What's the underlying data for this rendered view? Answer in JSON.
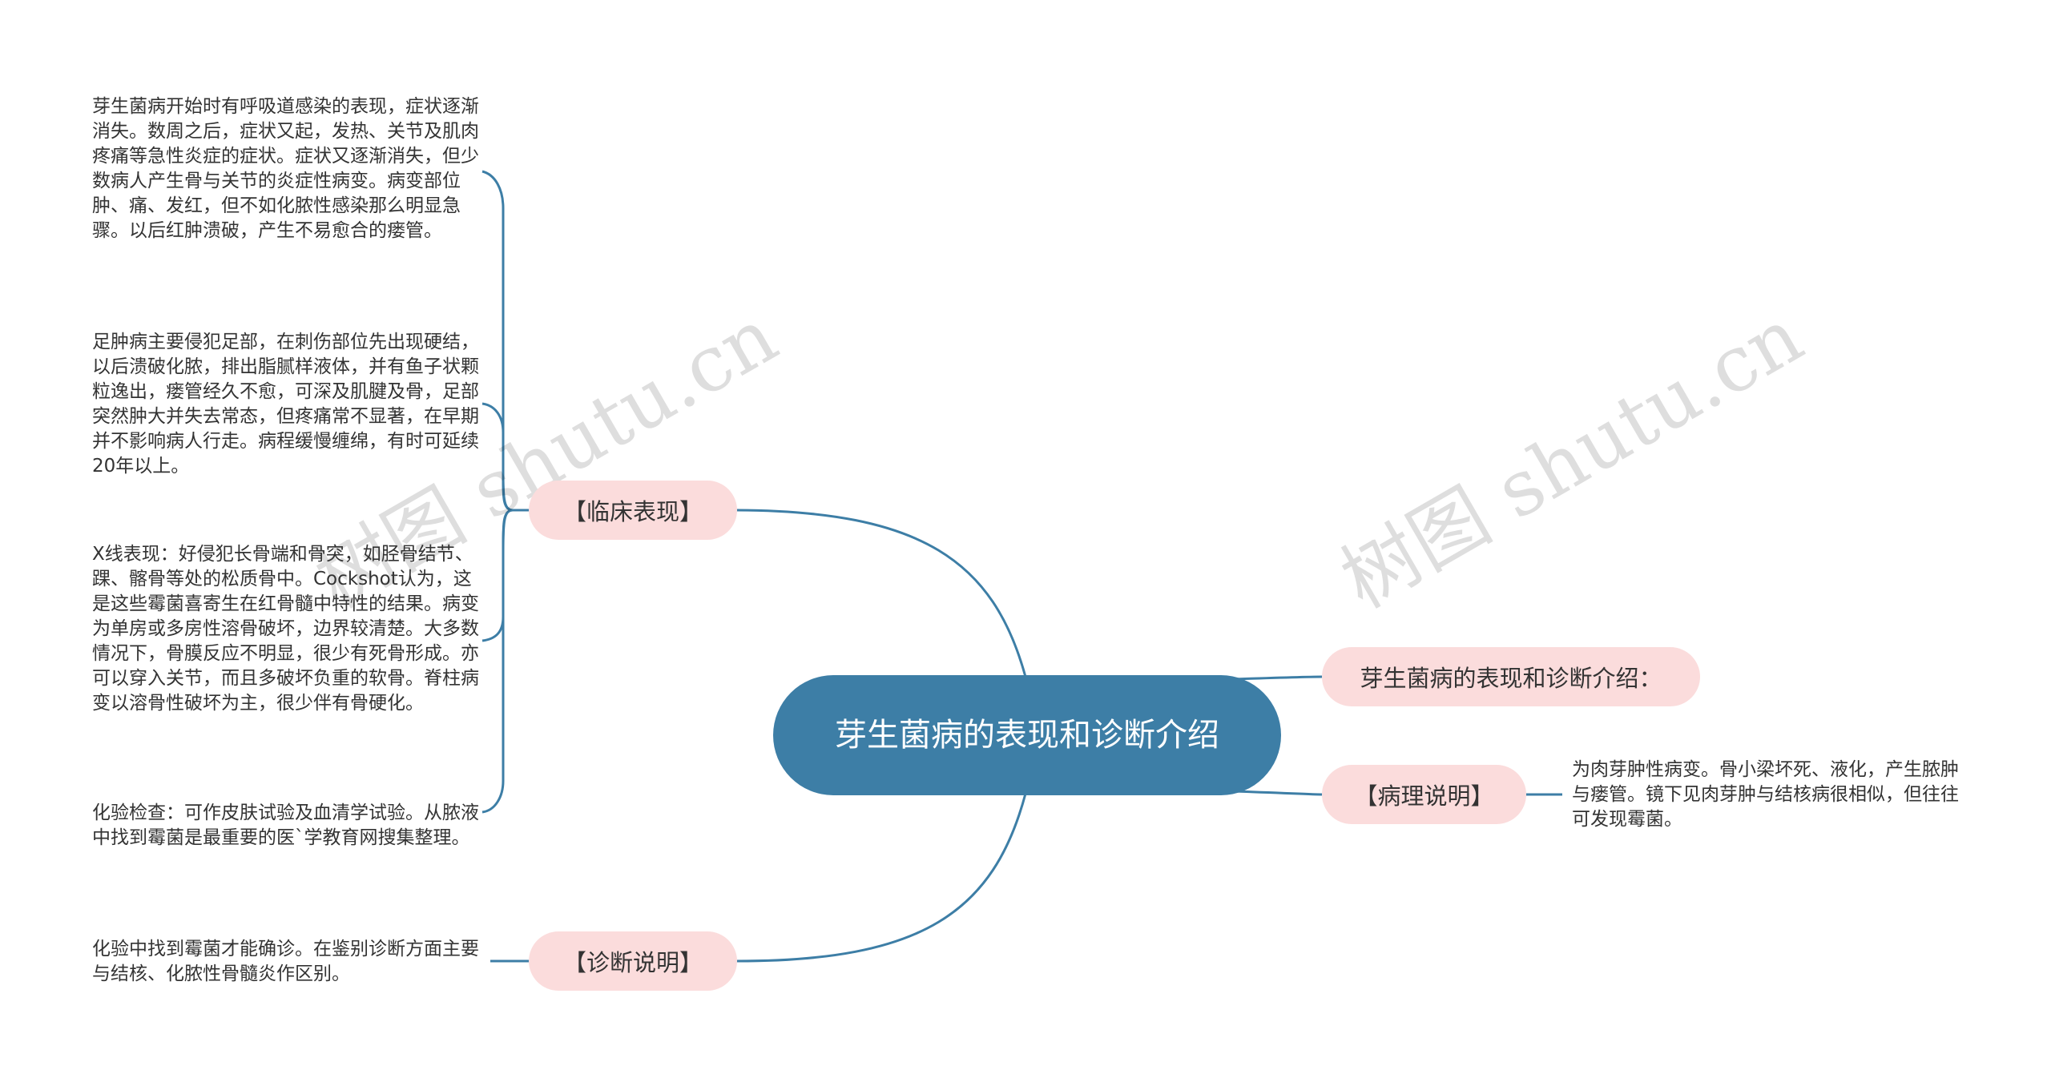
{
  "root": {
    "title": "芽生菌病的表现和诊断介绍"
  },
  "branches": {
    "clinical": {
      "label": "【临床表现】",
      "leaves": [
        "芽生菌病开始时有呼吸道感染的表现，症状逐渐消失。数周之后，症状又起，发热、关节及肌肉疼痛等急性炎症的症状。症状又逐渐消失，但少数病人产生骨与关节的炎症性病变。病变部位肿、痛、发红，但不如化脓性感染那么明显急骤。以后红肿溃破，产生不易愈合的瘘管。",
        "足肿病主要侵犯足部，在刺伤部位先出现硬结，以后溃破化脓，排出脂腻样液体，并有鱼子状颗粒逸出，瘘管经久不愈，可深及肌腱及骨，足部突然肿大并失去常态，但疼痛常不显著，在早期并不影响病人行走。病程缓慢缠绵，有时可延续20年以上。",
        "X线表现：好侵犯长骨端和骨突，如胫骨结节、踝、髂骨等处的松质骨中。Cockshot认为，这是这些霉菌喜寄生在红骨髓中特性的结果。病变为单房或多房性溶骨破坏，边界较清楚。大多数情况下，骨膜反应不明显，很少有死骨形成。亦可以穿入关节，而且多破坏负重的软骨。脊柱病变以溶骨性破坏为主，很少伴有骨硬化。",
        "化验检查：可作皮肤试验及血清学试验。从脓液中找到霉菌是最重要的医`学教育网搜集整理。"
      ]
    },
    "diagnosis": {
      "label": "【诊断说明】",
      "leaves": [
        "化验中找到霉菌才能确诊。在鉴别诊断方面主要与结核、化脓性骨髓炎作区别。"
      ]
    },
    "intro": {
      "label": "芽生菌病的表现和诊断介绍："
    },
    "pathology": {
      "label": "【病理说明】",
      "leaves": [
        "为肉芽肿性病变。骨小梁坏死、液化，产生脓肿与瘘管。镜下见肉芽肿与结核病很相似，但往往可发现霉菌。"
      ]
    }
  },
  "watermarks": [
    "树图 shutu.cn",
    "树图 shutu.cn"
  ],
  "colors": {
    "root": "#3d7ea6",
    "branch_pill": "#fbdcdc",
    "line": "#3d7ea6",
    "text": "#333333"
  }
}
